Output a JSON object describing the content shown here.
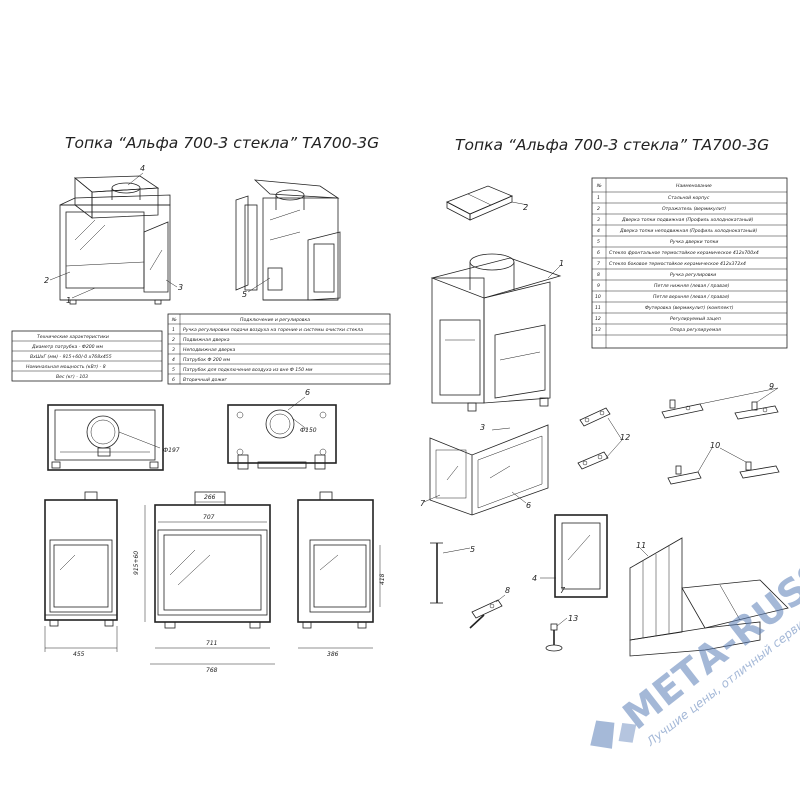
{
  "titles": {
    "left": "Топка “Альфа 700-3 стекла” ТА700-3G",
    "right": "Топка “Альфа 700-3 стекла” ТА700-3G"
  },
  "tech_table": {
    "header": "Технические характеристики",
    "rows": [
      "Диаметр патрубка - Ф200 мм",
      "ВхШхГ (мм) - 915+60/-0 х768х455",
      "Номинальная мощность (кВт) - 8",
      "Вес (кг) - 103"
    ]
  },
  "connections_table": {
    "col_num": "№",
    "col_name": "Подключение и регулировка",
    "rows": [
      {
        "n": "1",
        "name": "Ручка регулировки подачи воздуха на горение и системы очистки стекла"
      },
      {
        "n": "2",
        "name": "Подвижная дверка"
      },
      {
        "n": "3",
        "name": "Неподвижная дверка"
      },
      {
        "n": "4",
        "name": "Патрубок Ф 200 мм"
      },
      {
        "n": "5",
        "name": "Патрубок для подключения воздуха из вне Ф 150 мм"
      },
      {
        "n": "6",
        "name": "Вторичный дожиг"
      }
    ]
  },
  "parts_table": {
    "col_num": "№",
    "col_name": "Наименование",
    "rows": [
      {
        "n": "1",
        "name": "Стальной корпус"
      },
      {
        "n": "2",
        "name": "Отражатель (вермикулит)"
      },
      {
        "n": "3",
        "name": "Дверка топки подвижная (Профиль холоднокатаный)"
      },
      {
        "n": "4",
        "name": "Дверка топки неподвижная (Профиль холоднокатаный)"
      },
      {
        "n": "5",
        "name": "Ручка дверки топки"
      },
      {
        "n": "6",
        "name": "Стекло фронтальное термостойкое керамическое 412х700х4"
      },
      {
        "n": "7",
        "name": "Стекло боковое термостойкое керамическое 412х372х4"
      },
      {
        "n": "8",
        "name": "Ручка регулировки"
      },
      {
        "n": "9",
        "name": "Петля нижняя (левая / правая)"
      },
      {
        "n": "10",
        "name": "Петля верхняя (левая / правая)"
      },
      {
        "n": "11",
        "name": "Футеровка (вермикулит) (комплект)"
      },
      {
        "n": "12",
        "name": "Регулируемый зацеп"
      },
      {
        "n": "13",
        "name": "Опора регулируемая"
      }
    ]
  },
  "dimensions": {
    "d_197": "Ф197",
    "d_150": "Ф150",
    "w_266": "266",
    "w_707": "707",
    "h_915": "915+60",
    "h_418": "418",
    "d_455": "455",
    "w_711": "711",
    "w_768": "768",
    "d_386": "386"
  },
  "callouts": {
    "l1": "1",
    "l2": "2",
    "l3": "3",
    "l4": "4",
    "l5": "5",
    "l6": "6",
    "r1": "1",
    "r2": "2",
    "r3": "3",
    "r4": "4",
    "r5": "5",
    "r6": "6",
    "r7a": "7",
    "r7b": "7",
    "r8": "8",
    "r9": "9",
    "r10": "10",
    "r11": "11",
    "r12": "12",
    "r13": "13"
  },
  "watermark": {
    "brand": "МЕТА-RUSSIA.RU",
    "slogan": "Лучшие цены, отличный сервис!"
  },
  "colors": {
    "ink": "#222222",
    "watermark": "#5b7fb8"
  }
}
